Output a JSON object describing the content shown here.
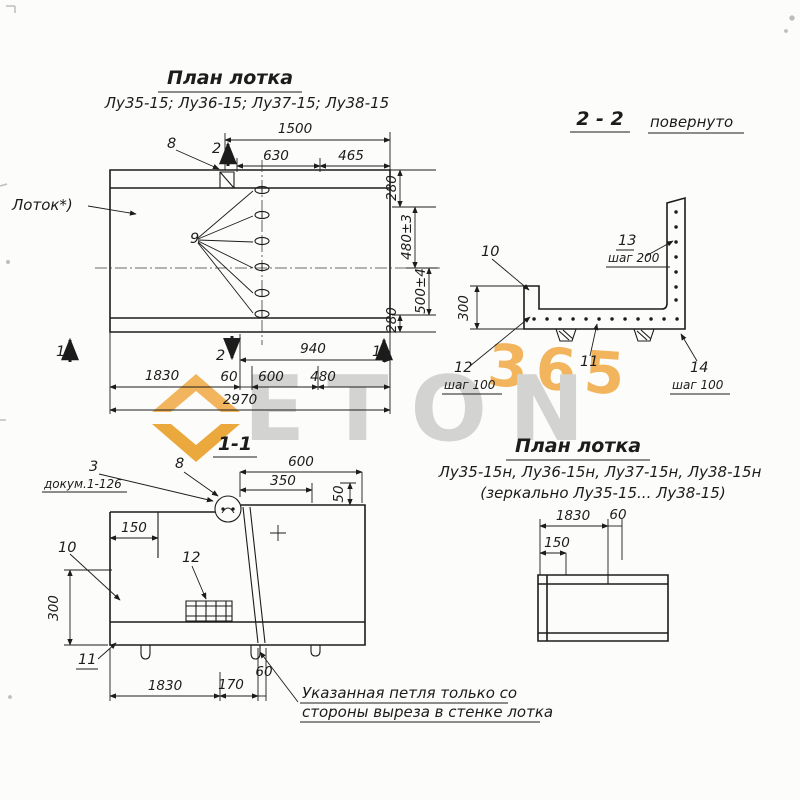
{
  "sheet": {
    "bg": "#fcfcfa",
    "ink": "#1c1c1c"
  },
  "watermark": {
    "number": "365",
    "brand": "ETON",
    "orange": "#f0a438",
    "gray": "#c9c9c9"
  },
  "plan_top": {
    "title": "План лотка",
    "subtitle": "Лу35-15; Лу36-15; Лу37-15; Лу38-15",
    "lotok": "Лоток*)",
    "pos8": "8",
    "pos9": "9",
    "sec2_top": "2",
    "sec2_bottom": "2",
    "sec1_left": "1",
    "sec1_right": "1",
    "d1500": "1500",
    "d630": "630",
    "d465": "465",
    "d280_top": "280",
    "d480t": "480±3",
    "d500t": "500±4",
    "d280_bottom": "280",
    "d940": "940",
    "d60": "60",
    "d600": "600",
    "d480": "480",
    "d1830": "1830",
    "d2970": "2970"
  },
  "sec22": {
    "title": "2 - 2",
    "rotated": "повернуто",
    "pos10": "10",
    "pos11": "11",
    "pos12": "12",
    "pos13": "13",
    "pos14": "14",
    "shag200": "шаг 200",
    "shag100_left": "шаг 100",
    "shag100_right": "шаг 100",
    "d300": "300"
  },
  "sec11": {
    "title": "1-1",
    "pos3": "3",
    "doc": "докум.1-126",
    "pos8": "8",
    "pos10": "10",
    "pos11": "11",
    "pos12": "12",
    "d600": "600",
    "d350": "350",
    "d50": "50",
    "d150": "150",
    "d300": "300",
    "d1830": "1830",
    "d170": "170",
    "d60": "60",
    "note1": "Указанная петля только со",
    "note2": "стороны выреза в стенке лотка"
  },
  "plan_bottom": {
    "title": "План лотка",
    "subtitle": "Лу35-15н, Лу36-15н, Лу37-15н, Лу38-15н",
    "subtitle2": "(зеркально Лу35-15... Лу38-15)",
    "d1830": "1830",
    "d60": "60",
    "d150": "150"
  }
}
